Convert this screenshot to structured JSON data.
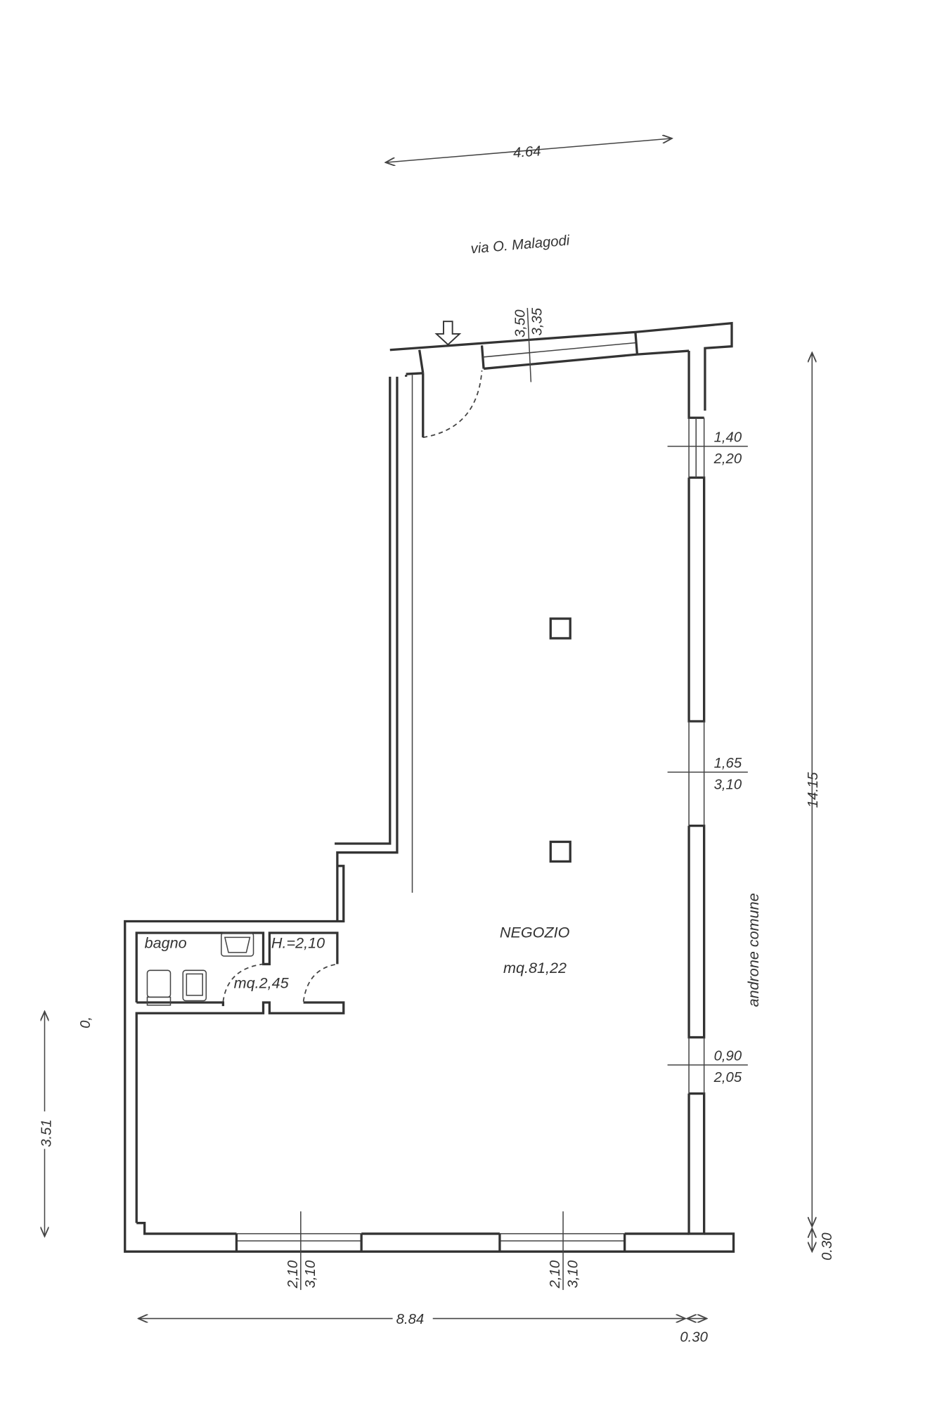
{
  "street": "via O. Malagodi",
  "shared_hall": "androne comune",
  "room": {
    "name": "NEGOZIO",
    "area": "mq.81,22"
  },
  "bathroom": {
    "name": "bagno",
    "height": "H.=2,10",
    "area": "mq.2,45"
  },
  "dimensions": {
    "top_width": "4.64",
    "right_height": "14.15",
    "right_offset": "0.30",
    "bottom_width": "8.84",
    "bottom_offset": "0.30",
    "left_height": "3.51",
    "left_small": "0,"
  },
  "openings": {
    "front": {
      "w": "3,50",
      "h": "3,35"
    },
    "right_1": {
      "w": "1,40",
      "h": "2,20"
    },
    "right_2": {
      "w": "1,65",
      "h": "3,10"
    },
    "right_3": {
      "w": "0,90",
      "h": "2,05"
    },
    "bottom_1": {
      "w": "2,10",
      "h": "3,10"
    },
    "bottom_2": {
      "w": "2,10",
      "h": "3,10"
    }
  }
}
